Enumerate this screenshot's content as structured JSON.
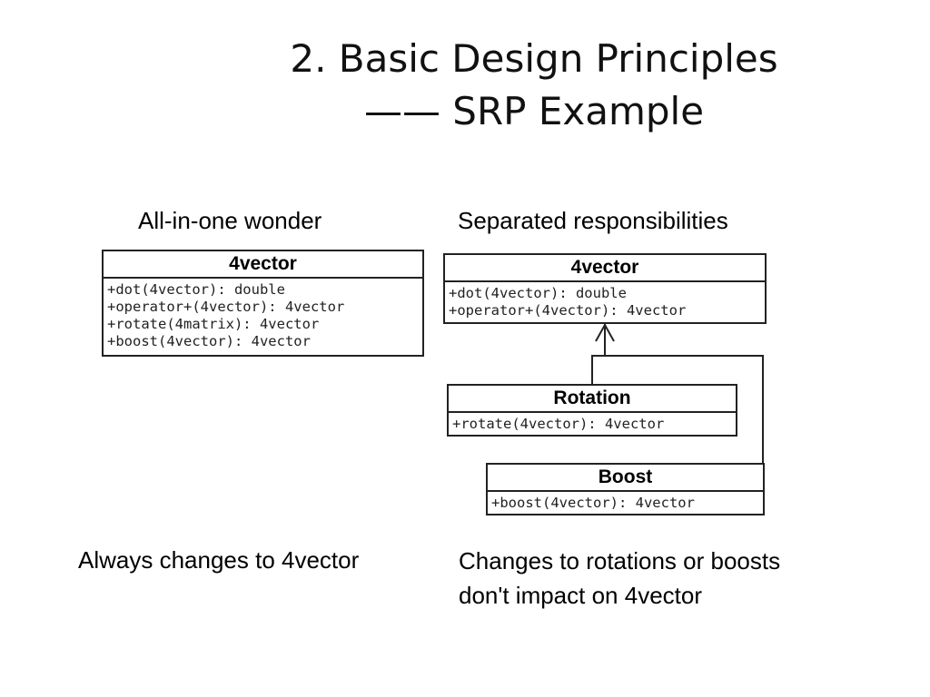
{
  "slide": {
    "title_line1": "2. Basic Design Principles",
    "title_line2": "—— SRP Example"
  },
  "left": {
    "heading": "All-in-one wonder",
    "class": {
      "name": "4vector",
      "methods": [
        "+dot(4vector): double",
        "+operator+(4vector): 4vector",
        "+rotate(4matrix): 4vector",
        "+boost(4vector): 4vector"
      ]
    },
    "caption": "Always changes to 4vector"
  },
  "right": {
    "heading": "Separated responsibilities",
    "base_class": {
      "name": "4vector",
      "methods": [
        "+dot(4vector): double",
        "+operator+(4vector): 4vector"
      ]
    },
    "rotation_class": {
      "name": "Rotation",
      "methods": [
        "+rotate(4vector): 4vector"
      ]
    },
    "boost_class": {
      "name": "Boost",
      "methods": [
        "+boost(4vector): 4vector"
      ]
    },
    "caption_line1": "Changes to rotations or boosts",
    "caption_line2": "don't impact on 4vector"
  }
}
